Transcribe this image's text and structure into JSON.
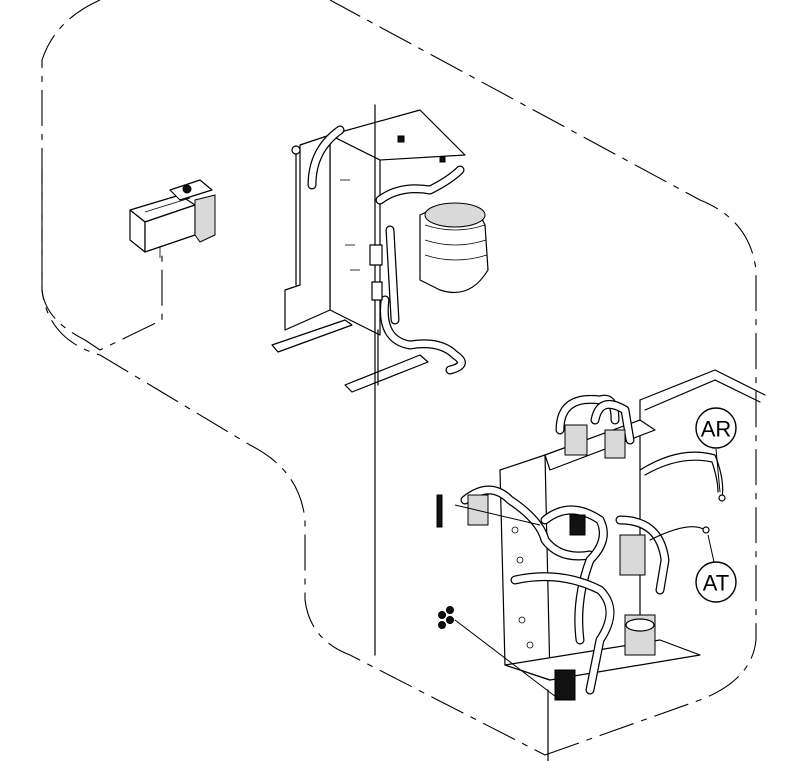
{
  "callouts": [
    {
      "id": "AR",
      "label": "AR"
    },
    {
      "id": "AT",
      "label": "AT"
    }
  ],
  "colors": {
    "line": "#000000",
    "background": "#ffffff",
    "shade": "#d9d9d9"
  }
}
